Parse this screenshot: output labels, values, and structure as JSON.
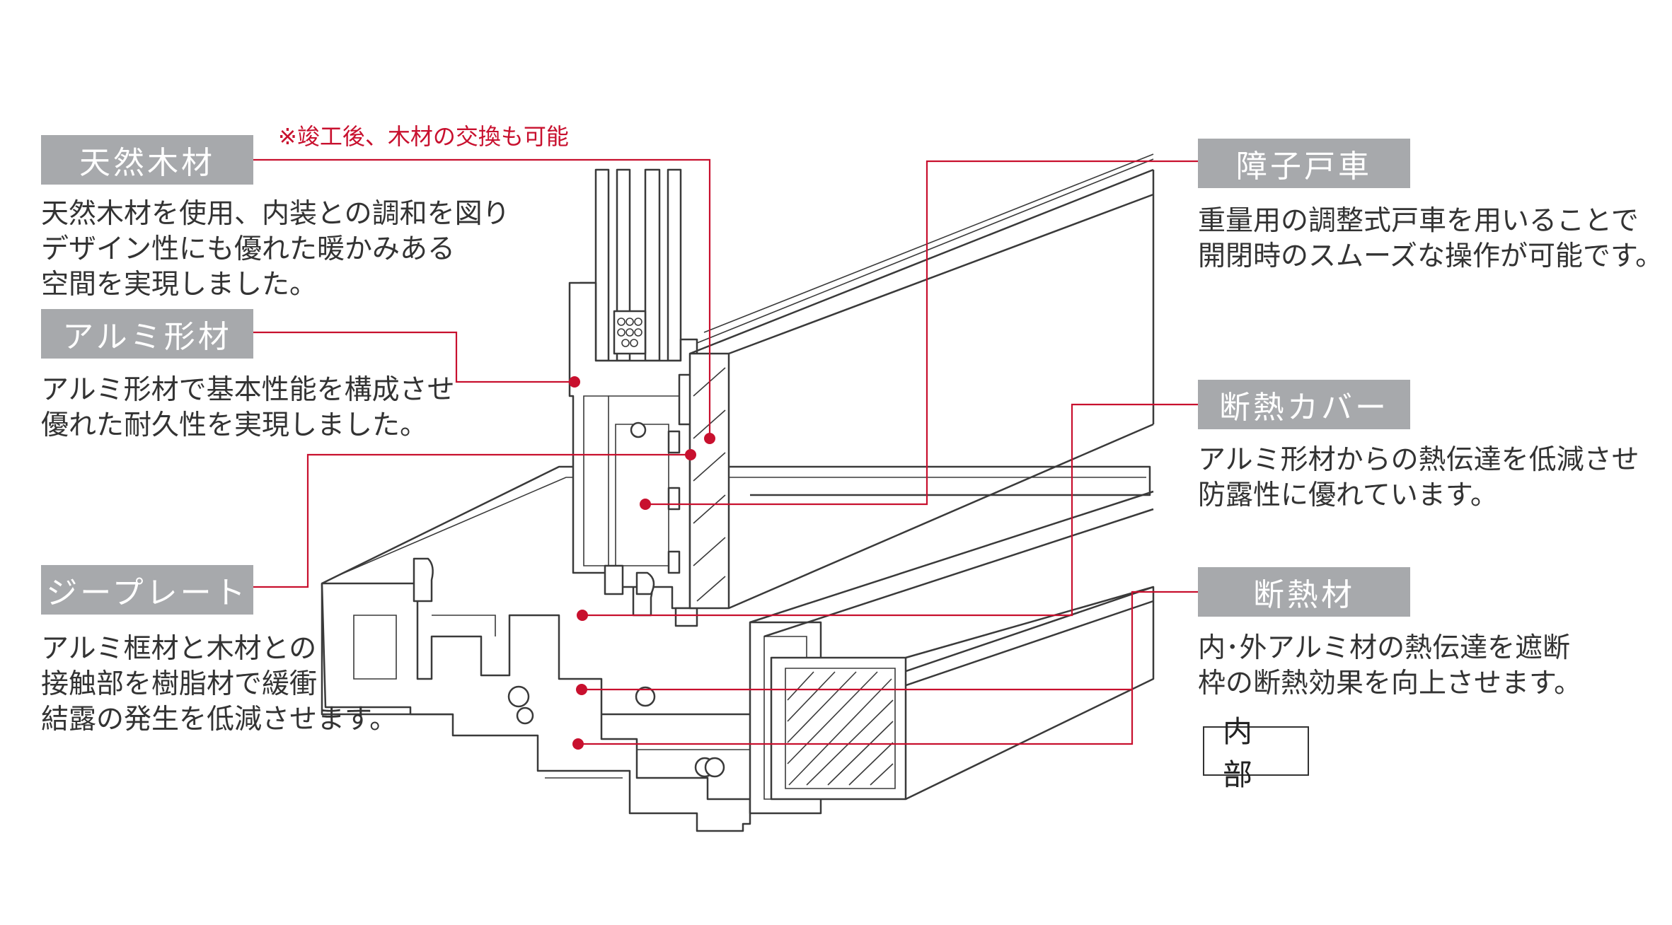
{
  "note": "※竣工後、木材の交換も可能",
  "callouts": {
    "natural_wood": {
      "label": "天然木材",
      "desc": [
        "天然木材を使用、内装との調和を図り",
        "デザイン性にも優れた暖かみある",
        "空間を実現しました。"
      ]
    },
    "aluminum_profile": {
      "label": "アルミ形材",
      "desc": [
        "アルミ形材で基本性能を構成させ",
        "優れた耐久性を実現しました。"
      ]
    },
    "g_plate": {
      "label": "ジープレート",
      "desc": [
        "アルミ框材と木材との",
        "接触部を樹脂材で緩衝",
        "結露の発生を低減させます。"
      ]
    },
    "door_roller": {
      "label": "障子戸車",
      "desc": [
        "重量用の調整式戸車を用いることで",
        "開閉時のスムーズな操作が可能です。"
      ]
    },
    "insulation_cover": {
      "label": "断熱カバー",
      "desc": [
        "アルミ形材からの熱伝達を低減させ",
        "防露性に優れています。"
      ]
    },
    "insulation_material": {
      "label": "断熱材",
      "desc": [
        "内･外アルミ材の熱伝達を遮断",
        "枠の断熱効果を向上させます。"
      ]
    }
  },
  "interior_label": "内部",
  "colors": {
    "label_bg": "#a7a9ac",
    "leader": "#c8102e",
    "text": "#333333",
    "line_art": "#3a3a3a"
  }
}
